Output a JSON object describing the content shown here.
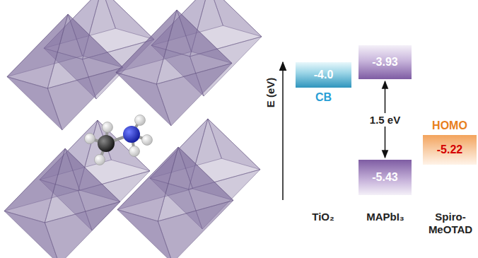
{
  "diagram": {
    "nodes": [
      {
        "text": [
          "-4.0",
          "CB"
        ]
      },
      {
        "text": [
          "-3.93"
        ]
      },
      {
        "text": [
          "-5.43"
        ]
      },
      {
        "text": [
          "HOMO",
          "-5.22"
        ]
      }
    ],
    "edges": [
      {
        "from": 1,
        "to": 2,
        "label": "1.5 eV",
        "arrow": "both"
      }
    ],
    "labels": [
      "E (eV)",
      "TiO₂",
      "MAPbI₃",
      "Spiro- MeOTAD"
    ]
  }
}
